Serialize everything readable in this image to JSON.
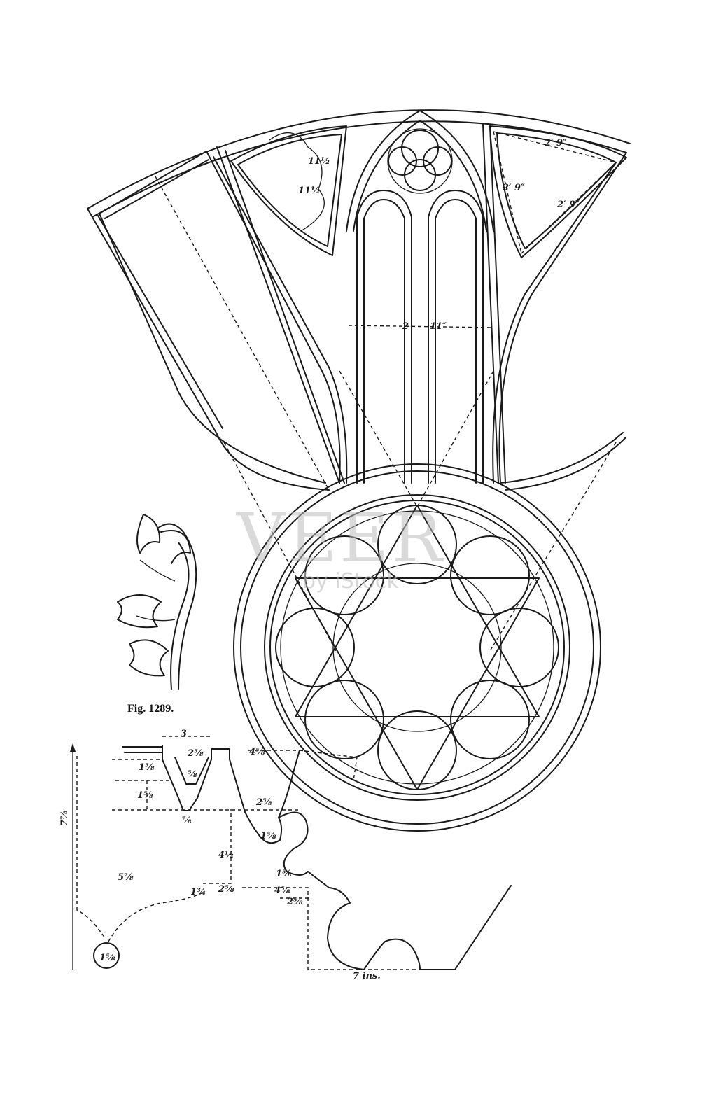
{
  "figure": {
    "caption": "Fig. 1289."
  },
  "dimensions": {
    "trefoil_a": "11½",
    "trefoil_b": "11½",
    "tri_top": "2′ 9″",
    "tri_left": "2′ 9″",
    "tri_right": "2′ 9″",
    "lancet_a": "2",
    "lancet_b": "11″"
  },
  "profile": {
    "top_width": "3",
    "inner_width": "2⅝",
    "inner_frac": "⅝",
    "left_a": "1⅝",
    "left_b": "1⅝",
    "bottom_frac": "⅞",
    "right_a": "4⅝",
    "right_b": "2⅝",
    "lobe_a": "1⅝",
    "drop": "4½",
    "lobe_b": "1⅝",
    "mid_a": "2⅝",
    "mid_b": "4⅝",
    "mid_c": "2⅝",
    "side_left": "5⅞",
    "step": "1¾",
    "lobe_c": "1⅝",
    "total_height": "7⅞",
    "base": "7 ins."
  },
  "watermark": {
    "brand": "VEER",
    "sub": "by iStock"
  }
}
